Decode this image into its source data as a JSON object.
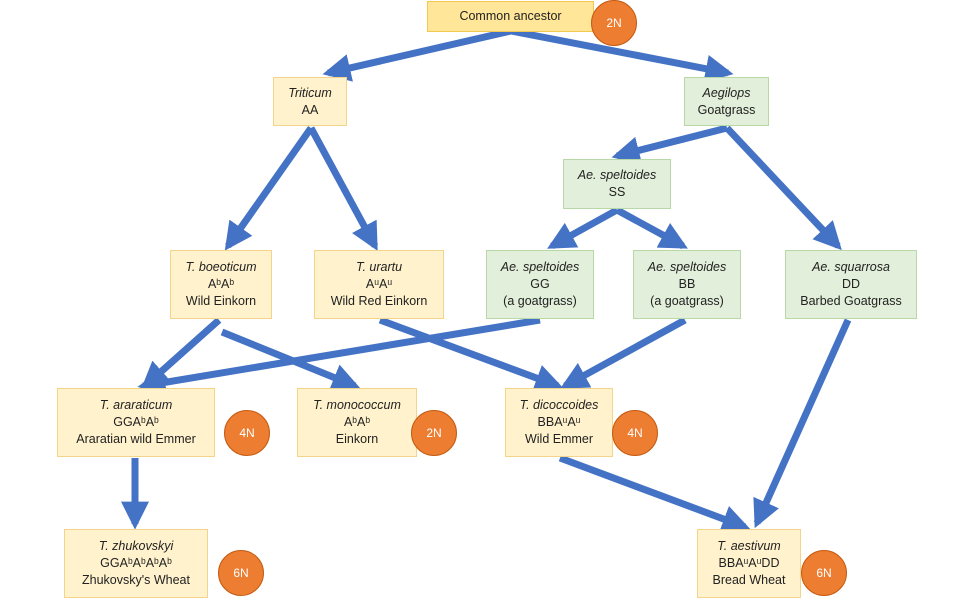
{
  "nodes": {
    "ancestor": {
      "l1": "Common ancestor"
    },
    "triticum": {
      "l1": "Triticum",
      "l2": "AA"
    },
    "aegilops": {
      "l1": "Aegilops",
      "l2": "Goatgrass"
    },
    "speltoides_ss": {
      "l1": "Ae. speltoides",
      "l2": "SS"
    },
    "boeoticum": {
      "l1": "T. boeoticum",
      "l2": "AᵇAᵇ",
      "l3": "Wild Einkorn"
    },
    "urartu": {
      "l1": "T. urartu",
      "l2": "AᵘAᵘ",
      "l3": "Wild Red Einkorn"
    },
    "speltoides_gg": {
      "l1": "Ae. speltoides",
      "l2": "GG",
      "l3": "(a goatgrass)"
    },
    "speltoides_bb": {
      "l1": "Ae. speltoides",
      "l2": "BB",
      "l3": "(a goatgrass)"
    },
    "squarrosa": {
      "l1": "Ae. squarrosa",
      "l2": "DD",
      "l3": "Barbed Goatgrass"
    },
    "araraticum": {
      "l1": "T. araraticum",
      "l2": "GGAᵇAᵇ",
      "l3": "Araratian wild Emmer"
    },
    "monococcum": {
      "l1": "T. monococcum",
      "l2": "AᵇAᵇ",
      "l3": "Einkorn"
    },
    "dicoccoides": {
      "l1": "T. dicoccoides",
      "l2": "BBAᵘAᵘ",
      "l3": "Wild Emmer"
    },
    "zhukovskyi": {
      "l1": "T. zhukovskyi",
      "l2": "GGAᵇAᵇAᵇAᵇ",
      "l3": "Zhukovsky's Wheat"
    },
    "aestivum": {
      "l1": "T. aestivum",
      "l2": "BBAᵘAᵘDD",
      "l3": "Bread Wheat"
    }
  },
  "badges": {
    "ancestor": "2N",
    "araraticum": "4N",
    "monococcum": "2N",
    "dicoccoides": "4N",
    "zhukovskyi": "6N",
    "aestivum": "6N"
  },
  "colors": {
    "arrow": "#4472c4",
    "badge": "#ed7d31",
    "cultivated_box": "#fff2cc",
    "goatgrass_box": "#e2efda",
    "ancestor_box": "#ffe699"
  },
  "edges": [
    [
      "ancestor",
      "triticum"
    ],
    [
      "ancestor",
      "aegilops"
    ],
    [
      "triticum",
      "boeoticum"
    ],
    [
      "triticum",
      "urartu"
    ],
    [
      "aegilops",
      "speltoides_ss"
    ],
    [
      "aegilops",
      "squarrosa"
    ],
    [
      "speltoides_ss",
      "speltoides_gg"
    ],
    [
      "speltoides_ss",
      "speltoides_bb"
    ],
    [
      "boeoticum",
      "araraticum"
    ],
    [
      "boeoticum",
      "monococcum"
    ],
    [
      "speltoides_gg",
      "araraticum"
    ],
    [
      "urartu",
      "dicoccoides"
    ],
    [
      "speltoides_bb",
      "dicoccoides"
    ],
    [
      "araraticum",
      "zhukovskyi"
    ],
    [
      "dicoccoides",
      "aestivum"
    ],
    [
      "squarrosa",
      "aestivum"
    ]
  ]
}
